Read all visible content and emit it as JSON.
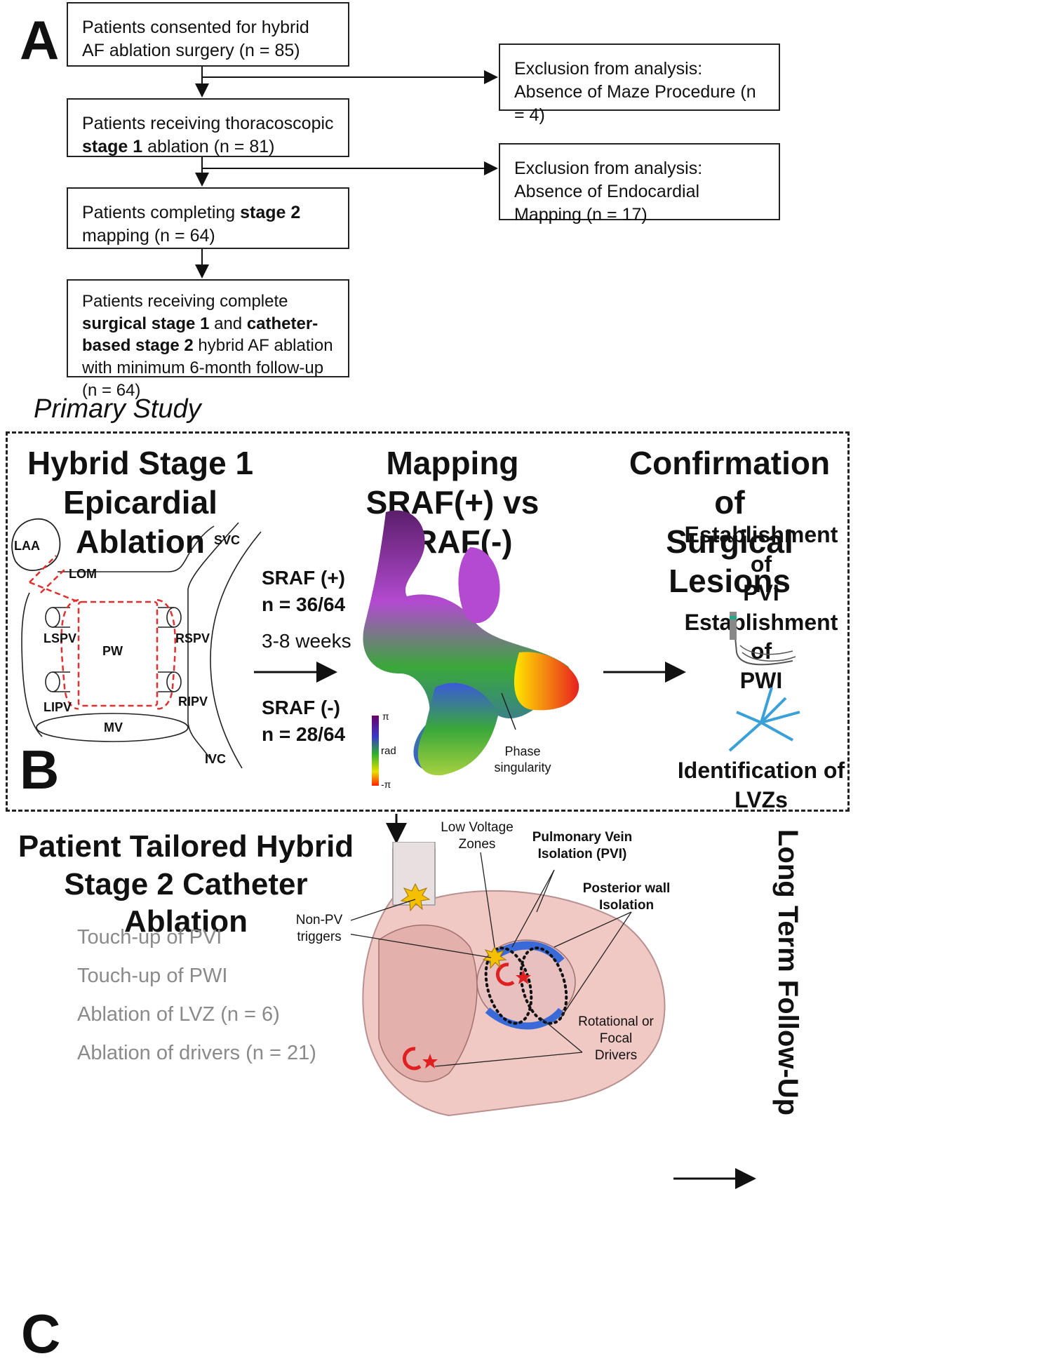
{
  "panel_a": {
    "letter": "A",
    "boxes": [
      {
        "parts": [
          {
            "t": "Patients consented for hybrid AF ablation surgery (n = 85)",
            "b": false
          }
        ]
      },
      {
        "parts": [
          {
            "t": "Patients receiving thoracoscopic ",
            "b": false
          },
          {
            "t": "stage 1",
            "b": true
          },
          {
            "t": " ablation (n = 81)",
            "b": false
          }
        ]
      },
      {
        "parts": [
          {
            "t": "Patients completing ",
            "b": false
          },
          {
            "t": "stage 2",
            "b": true
          },
          {
            "t": " mapping (n = 64)",
            "b": false
          }
        ]
      },
      {
        "parts": [
          {
            "t": "Patients receiving complete ",
            "b": false
          },
          {
            "t": "surgical stage 1",
            "b": true
          },
          {
            "t": " and ",
            "b": false
          },
          {
            "t": "catheter-based stage 2",
            "b": true
          },
          {
            "t": " hybrid AF ablation with minimum 6-month follow-up (n = 64)",
            "b": false
          }
        ]
      }
    ],
    "exclusions": [
      {
        "line1": "Exclusion from analysis:",
        "line2": "Absence of Maze Procedure (n = 4)"
      },
      {
        "line1": "Exclusion from analysis:",
        "line2": "Absence of Endocardial Mapping (n = 17)"
      }
    ]
  },
  "primary_study": "Primary Study",
  "panel_b": {
    "letter": "B",
    "headings": {
      "stage1_line1": "Hybrid Stage 1",
      "stage1_line2": "Epicardial Ablation",
      "mapping_line1": "Mapping",
      "mapping_line2": "SRAF(+) vs SRAF(-)",
      "confirm_line1": "Confirmation of",
      "confirm_line2": "Surgical Lesions"
    },
    "anatomy_labels": {
      "laa": "LAA",
      "lom": "LOM",
      "lspv": "LSPV",
      "lipv": "LIPV",
      "pw": "PW",
      "rspv": "RSPV",
      "ripv": "RIPV",
      "mv": "MV",
      "svc": "SVC",
      "ivc": "IVC"
    },
    "sraf_pos_line1": "SRAF (+)",
    "sraf_pos_line2": "n = 36/64",
    "interval": "3-8 weeks",
    "sraf_neg_line1": "SRAF (-)",
    "sraf_neg_line2": "n = 28/64",
    "colorbar": {
      "top": "π",
      "mid": "rad",
      "bottom": "-π"
    },
    "phase_line1": "Phase",
    "phase_line2": "singularity",
    "confirm_items": [
      "Establishment of",
      "PVI",
      "Establishment of",
      "PWI"
    ],
    "lvz_line1": "Identification of",
    "lvz_line2": "LVZs"
  },
  "panel_c": {
    "letter": "C",
    "heading_line1": "Patient Tailored Hybrid",
    "heading_line2": "Stage 2 Catheter Ablation",
    "items": [
      "Touch-up of PVI",
      "Touch-up of PWI",
      "Ablation of LVZ (n = 6)",
      "Ablation of drivers (n = 21)"
    ],
    "annotations": {
      "lvz_line1": "Low Voltage",
      "lvz_line2": "Zones",
      "pvi_line1": "Pulmonary Vein",
      "pvi_line2": "Isolation (PVI)",
      "pw_line1": "Posterior wall",
      "pw_line2": "Isolation",
      "nonpv_line1": "Non-PV",
      "nonpv_line2": "triggers",
      "rot_line1": "Rotational or",
      "rot_line2": "Focal",
      "rot_line3": "Drivers"
    },
    "follow_up": "Long Term Follow-Up"
  },
  "colors": {
    "dashed_red": "#e03030",
    "arrow": "#111111",
    "grey_text": "#8a8a8a"
  }
}
